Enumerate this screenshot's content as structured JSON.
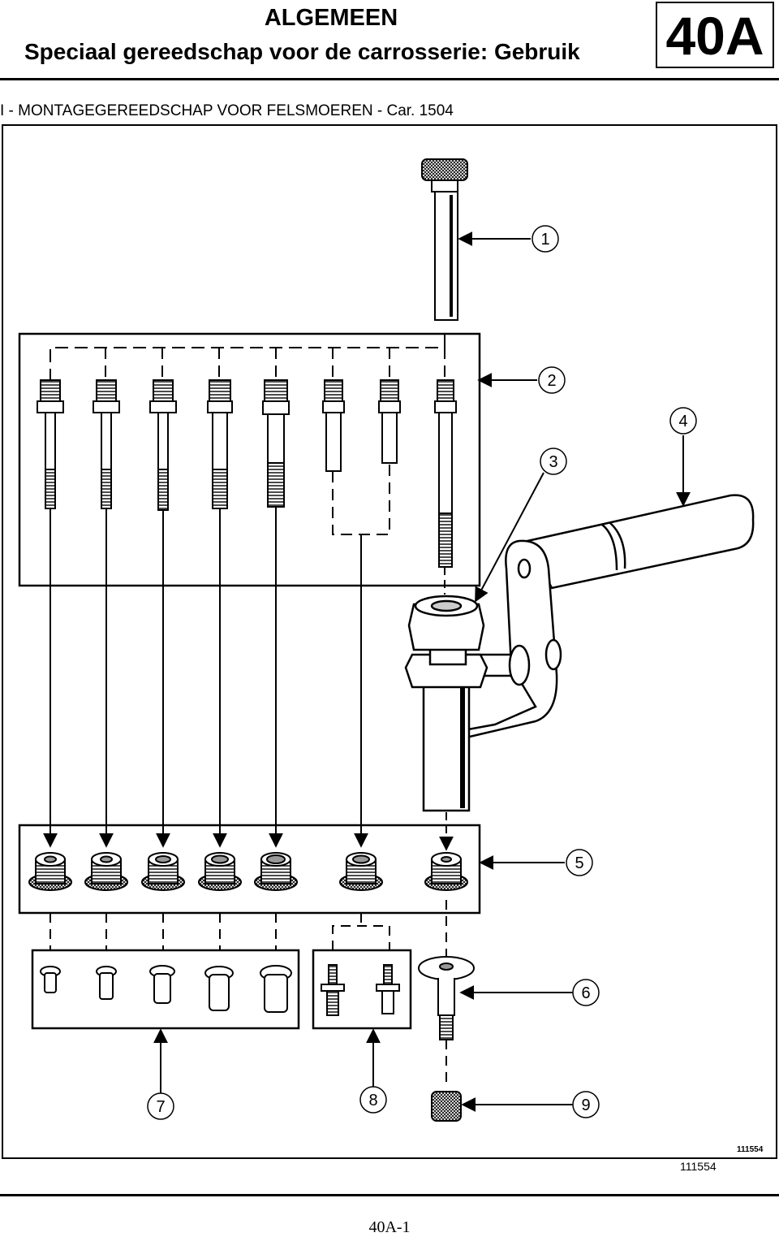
{
  "header": {
    "title": "ALGEMEEN",
    "subtitle": "Speciaal gereedschap voor de carrosserie: Gebruik",
    "chapter": "40A"
  },
  "section_title": "I - MONTAGEGEREEDSCHAP VOOR FELSMOEREN - Car. 1504",
  "figure": {
    "callouts": [
      "1",
      "2",
      "3",
      "4",
      "5",
      "6",
      "7",
      "8",
      "9"
    ],
    "drawing_ref": "111554"
  },
  "caption": "111554",
  "footer": {
    "page": "40A-1"
  }
}
